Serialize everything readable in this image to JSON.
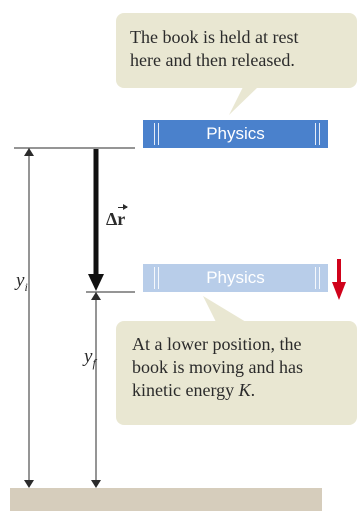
{
  "callouts": {
    "top": [
      "The book is held at rest",
      "here and then released."
    ],
    "bottom": [
      "At a lower position, the",
      "book is moving and has",
      "kinetic energy "
    ],
    "bottom_symbol": "K",
    "bottom_end": "."
  },
  "books": {
    "top_label": "Physics",
    "bottom_label": "Physics"
  },
  "labels": {
    "y_initial": "y",
    "y_initial_sub": "i",
    "y_final": "y",
    "y_final_sub": "f",
    "displacement_delta": "Δ",
    "displacement_r": "r"
  },
  "colors": {
    "callout_fill": "#e9e7d2",
    "book_top": "#4a81cc",
    "book_bottom": "#b8cde9",
    "velocity_arrow": "#d0021b",
    "floor": "#d6cdbc"
  }
}
